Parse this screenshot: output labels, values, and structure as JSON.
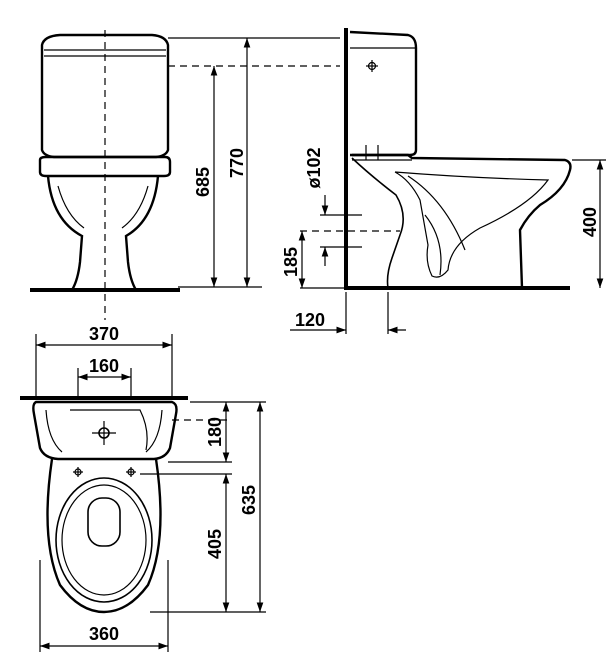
{
  "dimensions": {
    "front_tank_axis_height": "685",
    "front_total_height": "770",
    "side_outlet_diameter": "ø102",
    "side_outlet_height": "185",
    "side_seat_height": "400",
    "side_wall_offset": "120",
    "top_tank_width": "370",
    "top_fixing_spacing": "160",
    "top_tank_depth": "180",
    "top_bowl_length": "405",
    "top_total_length": "635",
    "top_bowl_width": "360"
  }
}
